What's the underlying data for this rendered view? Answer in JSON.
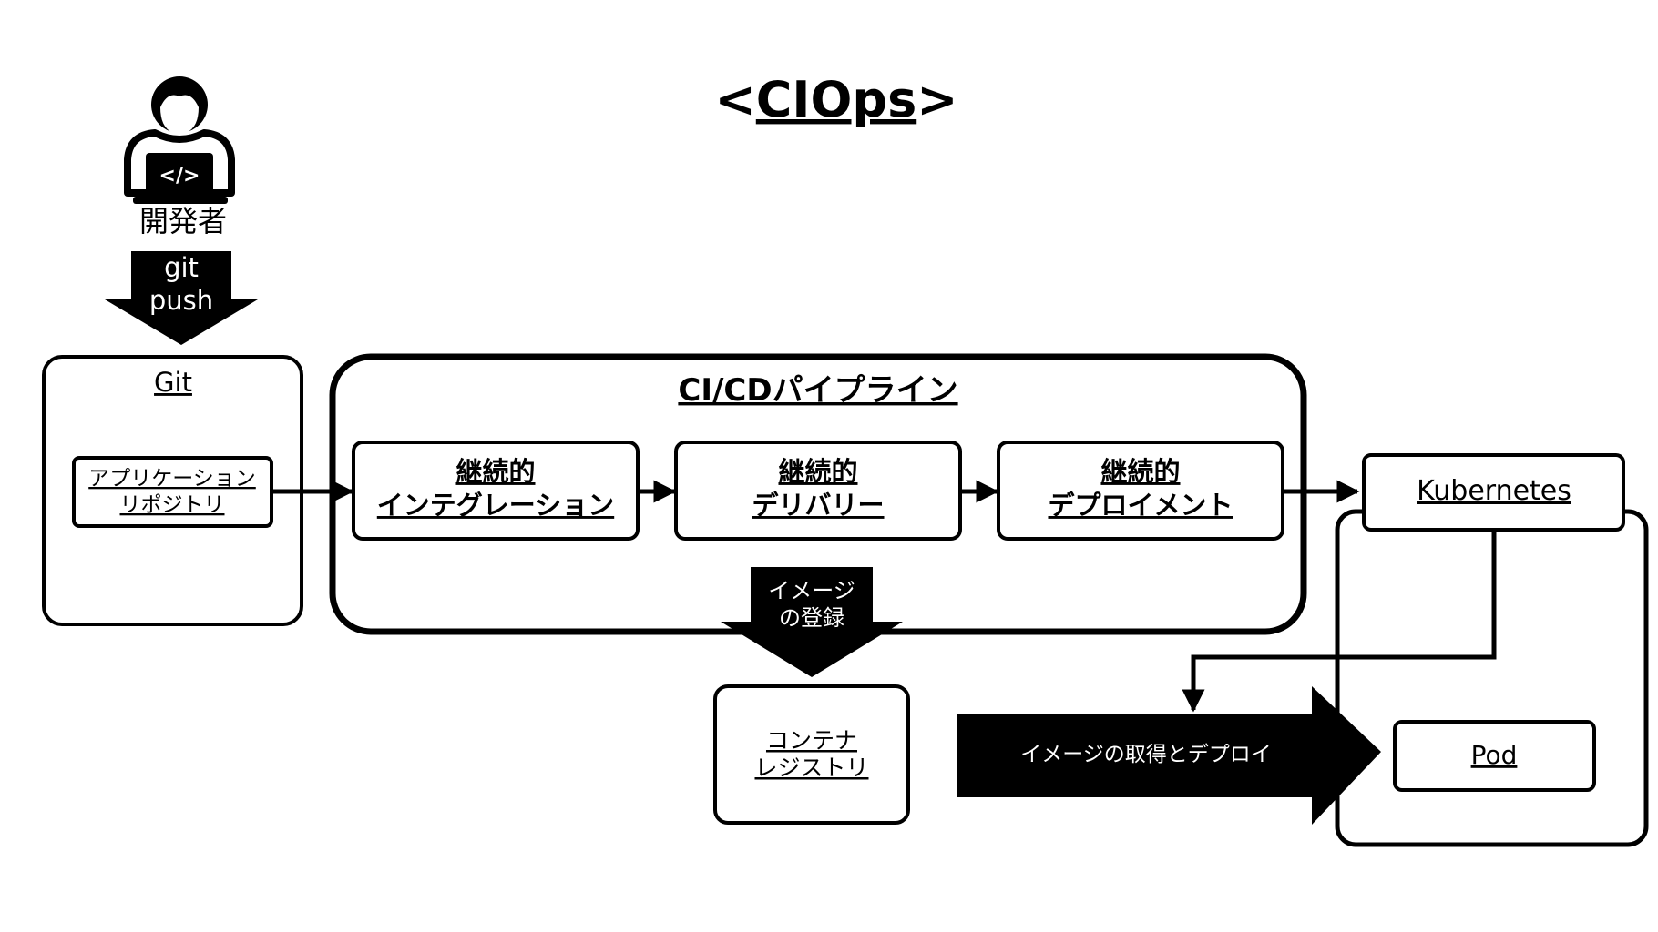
{
  "title": "<CIOps>",
  "title_underlined_part": "CIOps",
  "developer": {
    "icon": "developer-laptop-icon",
    "label": "開発者"
  },
  "git_push": {
    "line1": "git",
    "line2": "push"
  },
  "git_box": {
    "title": "Git",
    "repo_line1": "アプリケーション",
    "repo_line2": "リポジトリ"
  },
  "pipeline": {
    "title": "CI/CDパイプライン",
    "stages": [
      {
        "line1": "継続的",
        "line2": "インテグレーション"
      },
      {
        "line1": "継続的",
        "line2": "デリバリー"
      },
      {
        "line1": "継続的",
        "line2": "デプロイメント"
      }
    ]
  },
  "image_register": {
    "line1": "イメージ",
    "line2": "の登録"
  },
  "registry": {
    "line1": "コンテナ",
    "line2": "レジストリ"
  },
  "deploy_arrow": {
    "label": "イメージの取得とデプロイ"
  },
  "kubernetes": {
    "label": "Kubernetes"
  },
  "pod": {
    "label": "Pod"
  },
  "colors": {
    "stroke": "#000000",
    "fill": "#ffffff",
    "arrow_text": "#ffffff"
  }
}
